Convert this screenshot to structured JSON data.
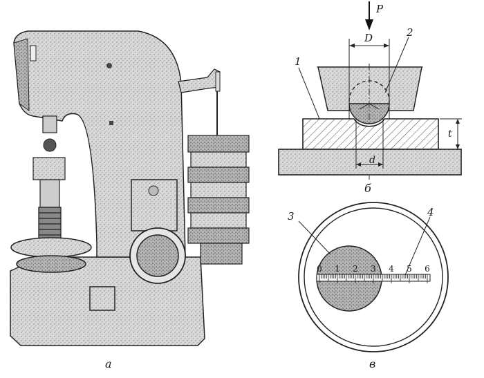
{
  "figure": {
    "panels": {
      "a": {
        "caption": "а"
      },
      "b": {
        "caption": "б",
        "force_label": "P",
        "indent_diameter_label": "D",
        "imprint_diameter_label": "d",
        "thickness_label": "t",
        "callouts": {
          "specimen": "1",
          "ball": "2"
        }
      },
      "c": {
        "caption": "в",
        "callouts": {
          "imprint": "3",
          "scale": "4"
        },
        "scale_ticks": [
          "0",
          "1",
          "2",
          "3",
          "4",
          "5",
          "6"
        ]
      }
    }
  }
}
